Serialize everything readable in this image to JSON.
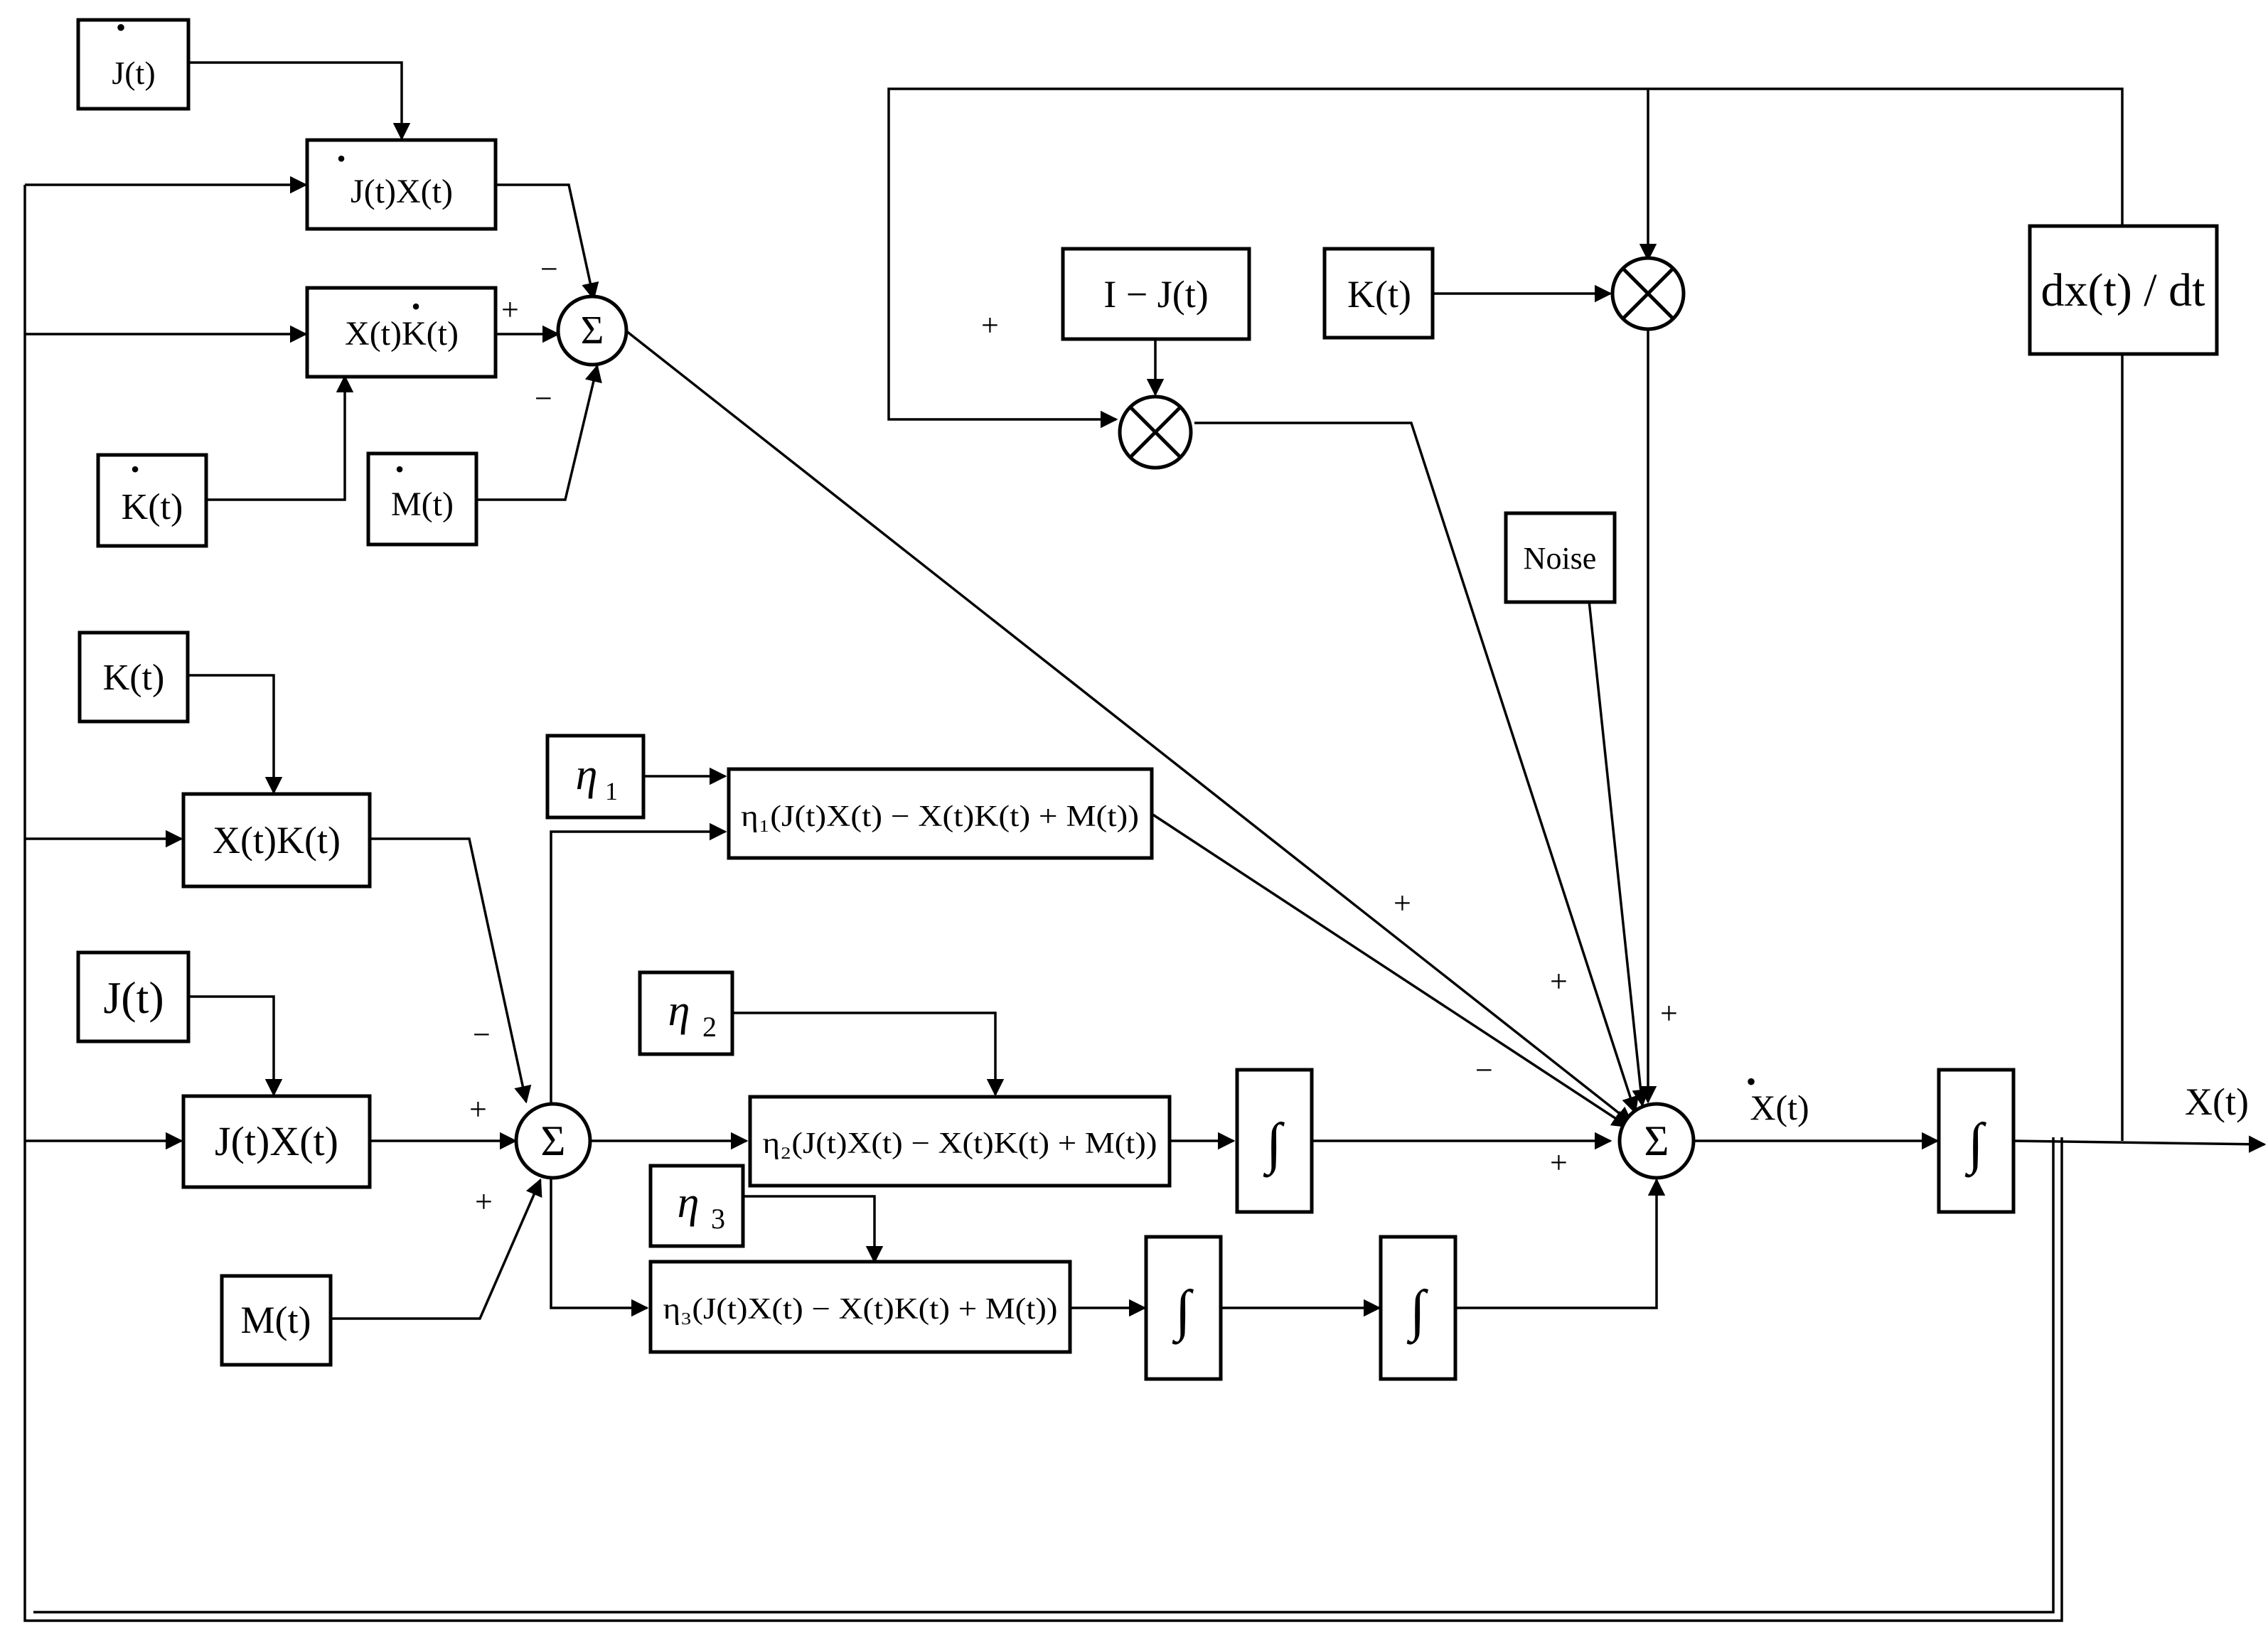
{
  "diagram": {
    "derivative_inputs": {
      "j_dot": "J(t)",
      "k_dot": "K(t)",
      "m_dot": "M(t)"
    },
    "derivative_products": {
      "j_dot_x": "J(t)X(t)",
      "x_k_dot": "X(t)K(t)"
    },
    "inputs": {
      "k": "K(t)",
      "j": "J(t)",
      "m": "M(t)"
    },
    "products": {
      "x_k": "X(t)K(t)",
      "j_x": "J(t)X(t)"
    },
    "gains": {
      "eta1": "η",
      "eta1_sub": "1",
      "eta2": "η",
      "eta2_sub": "2",
      "eta3": "η",
      "eta3_sub": "3"
    },
    "terms": {
      "term1": "η₁(J(t)X(t) − X(t)K(t) + M(t))",
      "term2": "η₂(J(t)X(t) − X(t)K(t) + M(t))",
      "term3": "η₃(J(t)X(t) − X(t)K(t) + M(t))"
    },
    "feedback": {
      "one_minus_j": "I − J(t)",
      "k": "K(t)",
      "plus_left": "+",
      "derivative_block": "dx(t) / dt"
    },
    "noise": "Noise",
    "sum_symbol": "Σ",
    "integral_symbol": "∫",
    "signals": {
      "x_dot": "X(t)",
      "x_out": "X(t)"
    },
    "signs": {
      "top_sum_minus_top": "−",
      "top_sum_plus": "+",
      "top_sum_minus_bottom": "−",
      "mid_sum_minus": "−",
      "mid_sum_plus_top": "+",
      "mid_sum_plus_bottom": "+",
      "main_sum_plus_1": "+",
      "main_sum_plus_2": "+",
      "main_sum_plus_3": "+",
      "main_sum_minus": "−",
      "main_sum_plus_4": "+"
    }
  }
}
